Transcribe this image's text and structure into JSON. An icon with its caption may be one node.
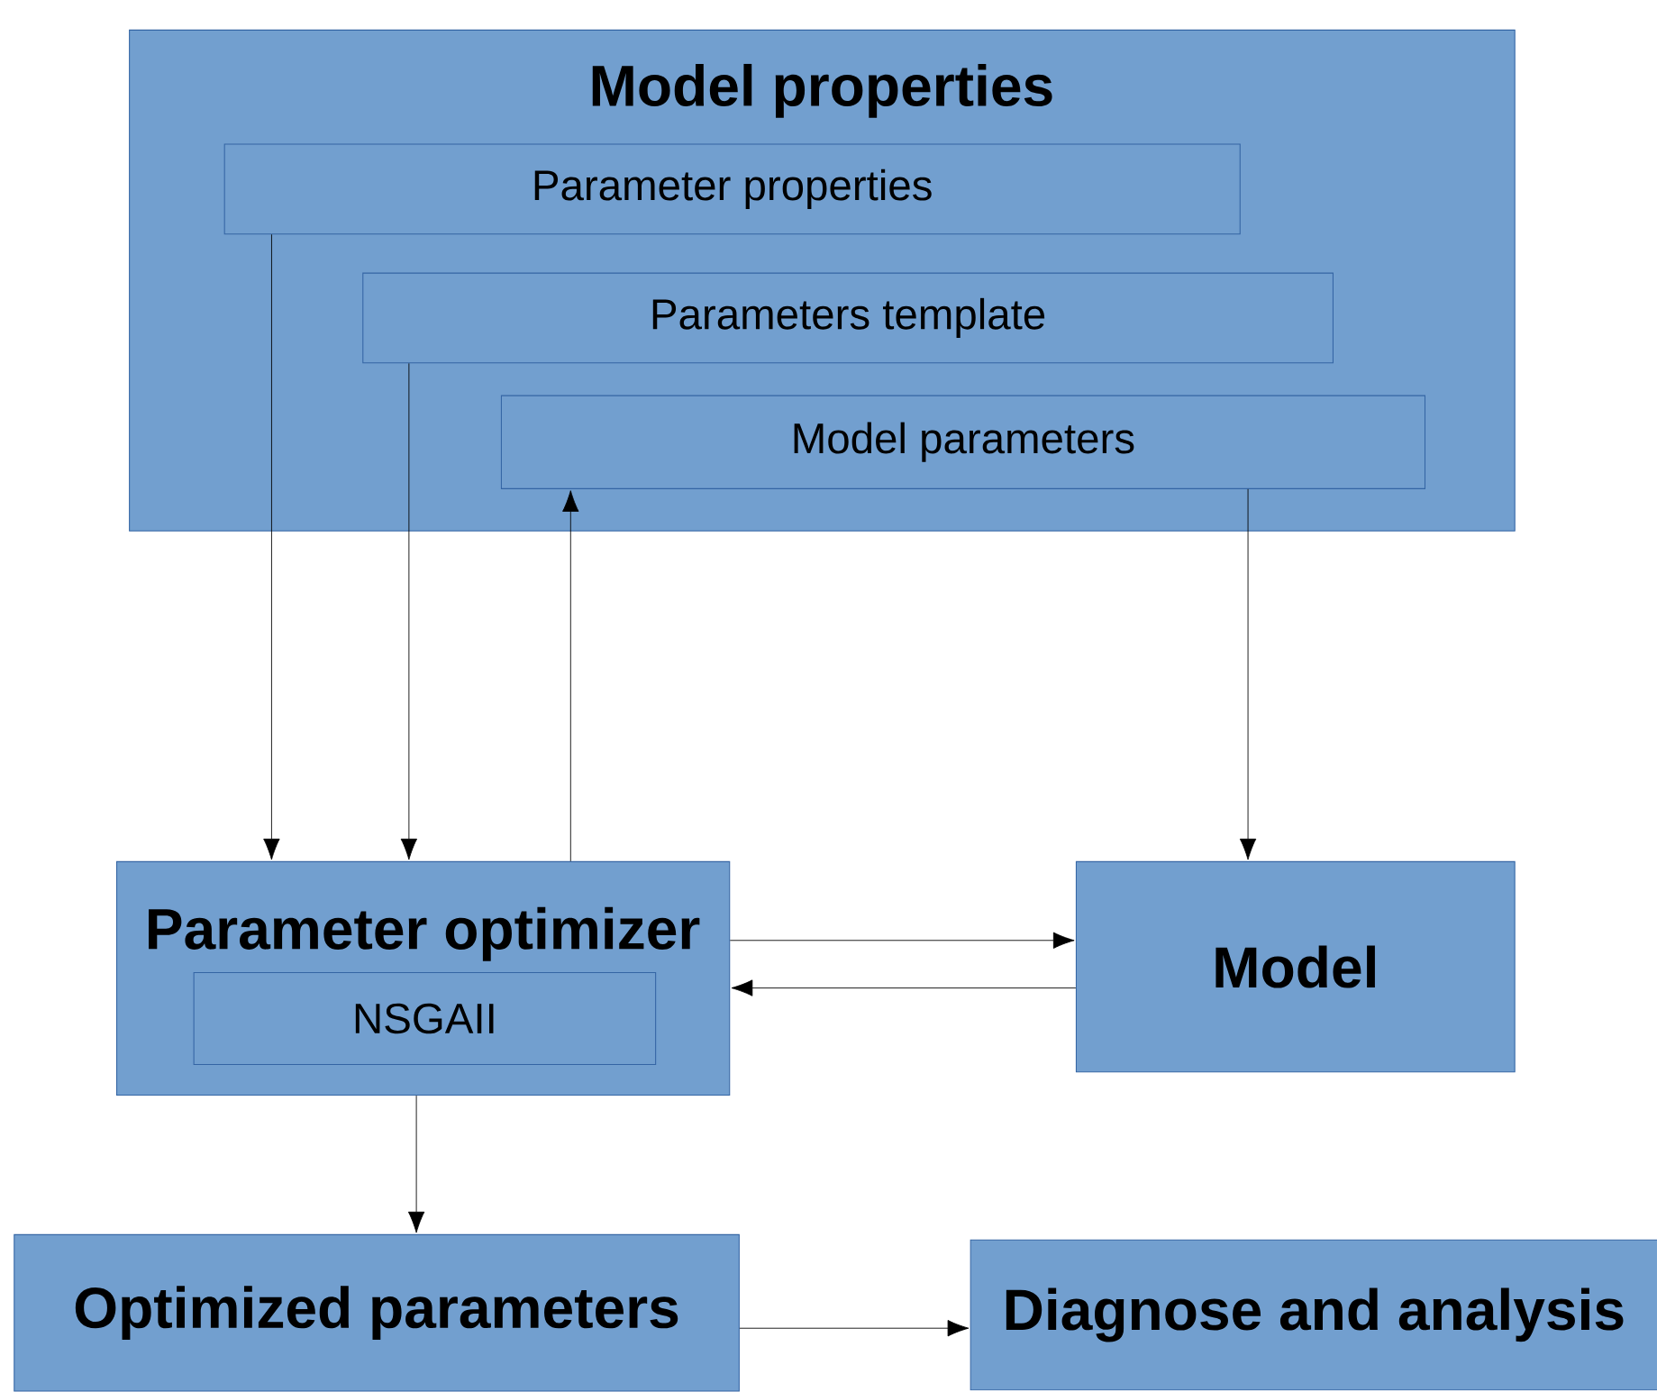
{
  "diagram": {
    "nodes": [
      {
        "text": [
          "Model properties"
        ]
      },
      {
        "text": [
          "Parameter properties"
        ],
        "in": 0
      },
      {
        "text": [
          "Parameters template"
        ],
        "in": 0
      },
      {
        "text": [
          "Model parameters"
        ],
        "in": 0
      },
      {
        "text": [
          "Parameter optimizer"
        ]
      },
      {
        "text": [
          "NSGAII"
        ],
        "in": 4
      },
      {
        "text": [
          "Model"
        ]
      },
      {
        "text": [
          "Optimized parameters"
        ]
      },
      {
        "text": [
          "Diagnose and analysis"
        ]
      }
    ],
    "edges": [
      {
        "from": 1,
        "to": 4,
        "arrow": "to"
      },
      {
        "from": 2,
        "to": 4,
        "arrow": "to"
      },
      {
        "from": 4,
        "to": 3,
        "arrow": "to"
      },
      {
        "from": 3,
        "to": 6,
        "arrow": "to"
      },
      {
        "from": 4,
        "to": 6,
        "arrow": "to"
      },
      {
        "from": 6,
        "to": 4,
        "arrow": "to"
      },
      {
        "from": 4,
        "to": 7,
        "arrow": "to"
      },
      {
        "from": 7,
        "to": 8,
        "arrow": "to"
      }
    ]
  }
}
